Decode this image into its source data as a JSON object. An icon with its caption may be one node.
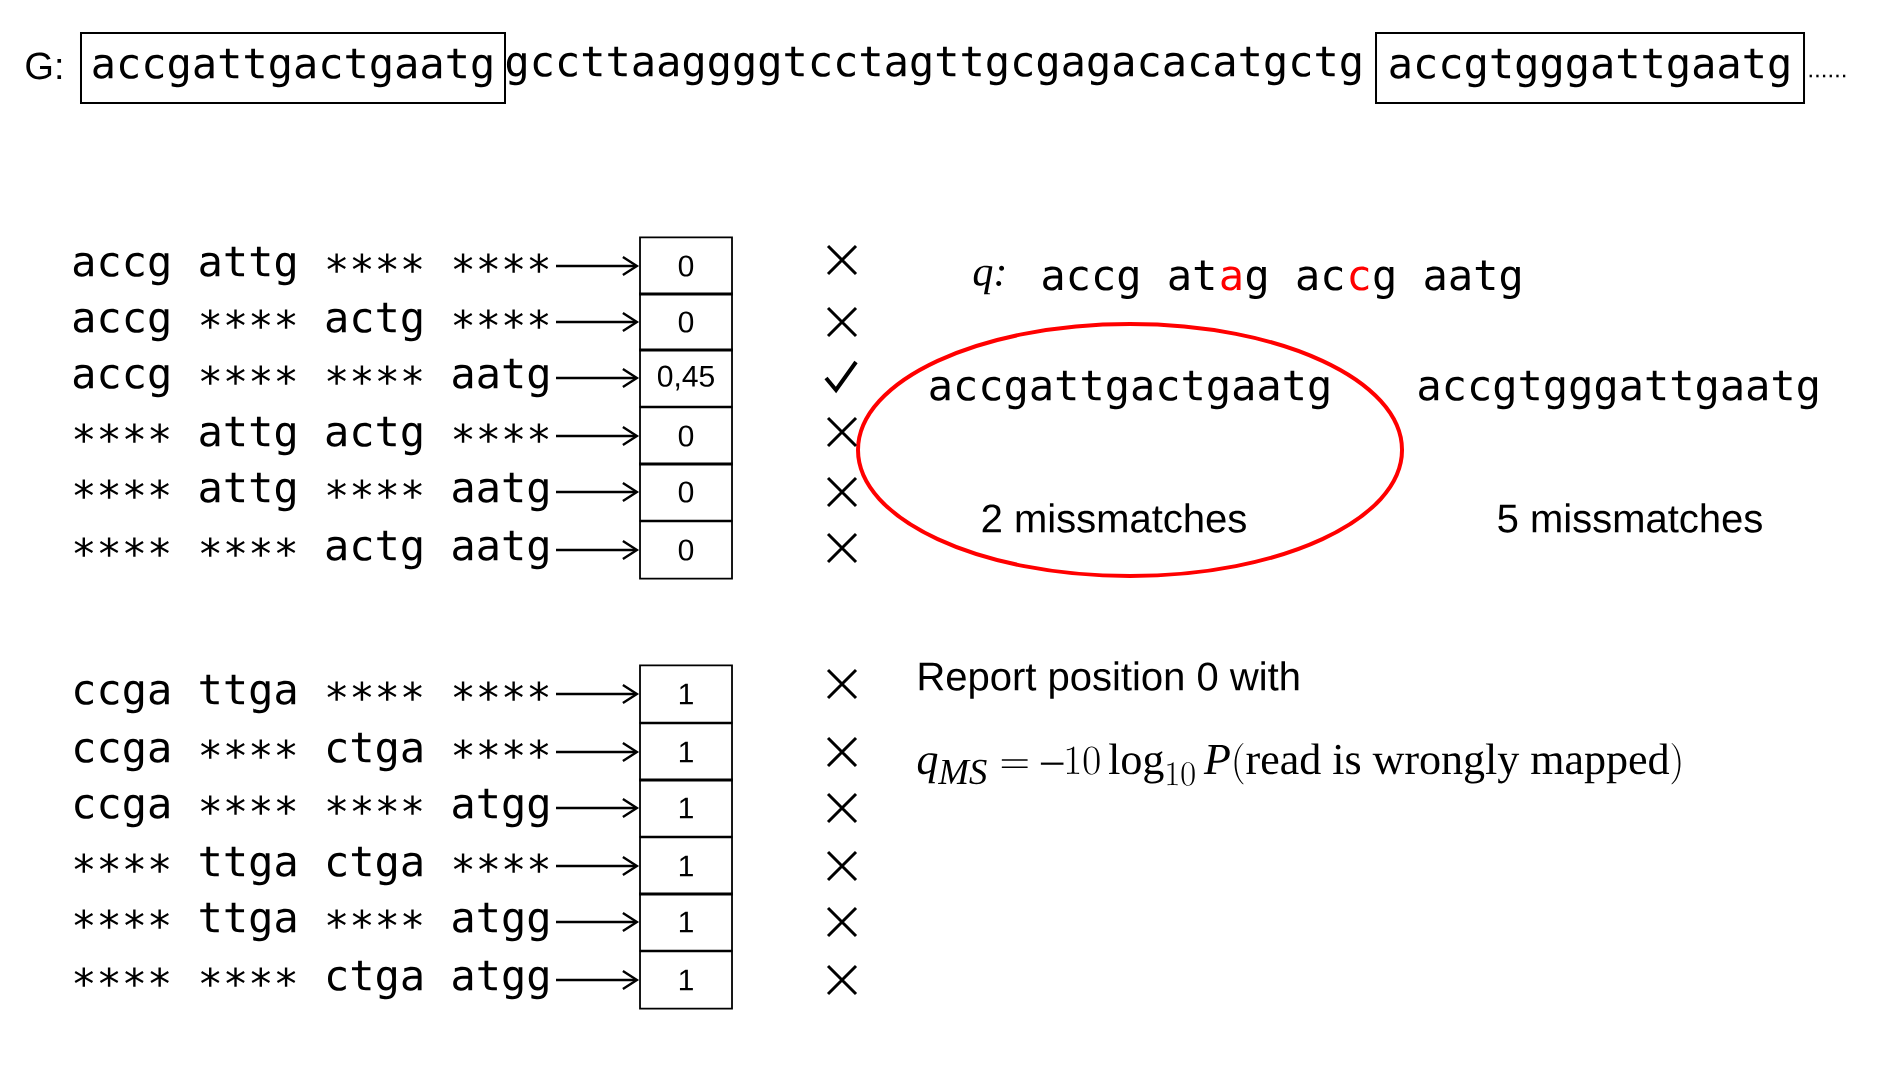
{
  "diagram": {
    "nodes": [
      {
        "text": [
          "accgattgactgaatg"
        ]
      },
      {
        "text": [
          "accgtgggattgaatg"
        ]
      },
      {
        "text": [
          "accg attg ∗∗∗∗ ∗∗∗∗"
        ]
      },
      {
        "text": [
          "0"
        ]
      },
      {
        "text": [
          "accg ∗∗∗∗ actg ∗∗∗∗"
        ]
      },
      {
        "text": [
          "0"
        ]
      },
      {
        "text": [
          "accg ∗∗∗∗ ∗∗∗∗ aatg"
        ]
      },
      {
        "text": [
          "0,45"
        ]
      },
      {
        "text": [
          "∗∗∗∗ attg actg ∗∗∗∗"
        ]
      },
      {
        "text": [
          "0"
        ]
      },
      {
        "text": [
          "∗∗∗∗ attg ∗∗∗∗ aatg"
        ]
      },
      {
        "text": [
          "0"
        ]
      },
      {
        "text": [
          "∗∗∗∗ ∗∗∗∗ actg aatg"
        ]
      },
      {
        "text": [
          "0"
        ]
      },
      {
        "text": [
          "ccga ttga ∗∗∗∗ ∗∗∗∗"
        ]
      },
      {
        "text": [
          "1"
        ]
      },
      {
        "text": [
          "ccga ∗∗∗∗ ctga ∗∗∗∗"
        ]
      },
      {
        "text": [
          "1"
        ]
      },
      {
        "text": [
          "ccga ∗∗∗∗ ∗∗∗∗ atgg"
        ]
      },
      {
        "text": [
          "1"
        ]
      },
      {
        "text": [
          "∗∗∗∗ ttga ctga ∗∗∗∗"
        ]
      },
      {
        "text": [
          "1"
        ]
      },
      {
        "text": [
          "∗∗∗∗ ttga ∗∗∗∗ atgg"
        ]
      },
      {
        "text": [
          "1"
        ]
      },
      {
        "text": [
          "∗∗∗∗ ∗∗∗∗ ctga atgg"
        ]
      },
      {
        "text": [
          "1"
        ]
      },
      {
        "text": [
          "accgattgactgaatg",
          "2 missmatches"
        ]
      }
    ],
    "edges": [
      {
        "from": 2,
        "to": 3,
        "arrow": "to"
      },
      {
        "from": 4,
        "to": 5,
        "arrow": "to"
      },
      {
        "from": 6,
        "to": 7,
        "arrow": "to"
      },
      {
        "from": 8,
        "to": 9,
        "arrow": "to"
      },
      {
        "from": 10,
        "to": 11,
        "arrow": "to"
      },
      {
        "from": 12,
        "to": 13,
        "arrow": "to"
      },
      {
        "from": 14,
        "to": 15,
        "arrow": "to"
      },
      {
        "from": 16,
        "to": 17,
        "arrow": "to"
      },
      {
        "from": 18,
        "to": 19,
        "arrow": "to"
      },
      {
        "from": 20,
        "to": 21,
        "arrow": "to"
      },
      {
        "from": 22,
        "to": 23,
        "arrow": "to"
      },
      {
        "from": 24,
        "to": 25,
        "arrow": "to"
      }
    ],
    "labels": [
      "G:",
      "gccttaaggggtcctagttgcgagacacatgctg",
      "......",
      "q:",
      "accg at",
      "a",
      "g ac",
      "c",
      "g aatg",
      "accgtgggattgaatg",
      "5 missmatches",
      "Report position 0 with",
      "q_{MS} = -10\\log_{10} P(\\textrm{read is wrongly mapped})"
    ]
  }
}
